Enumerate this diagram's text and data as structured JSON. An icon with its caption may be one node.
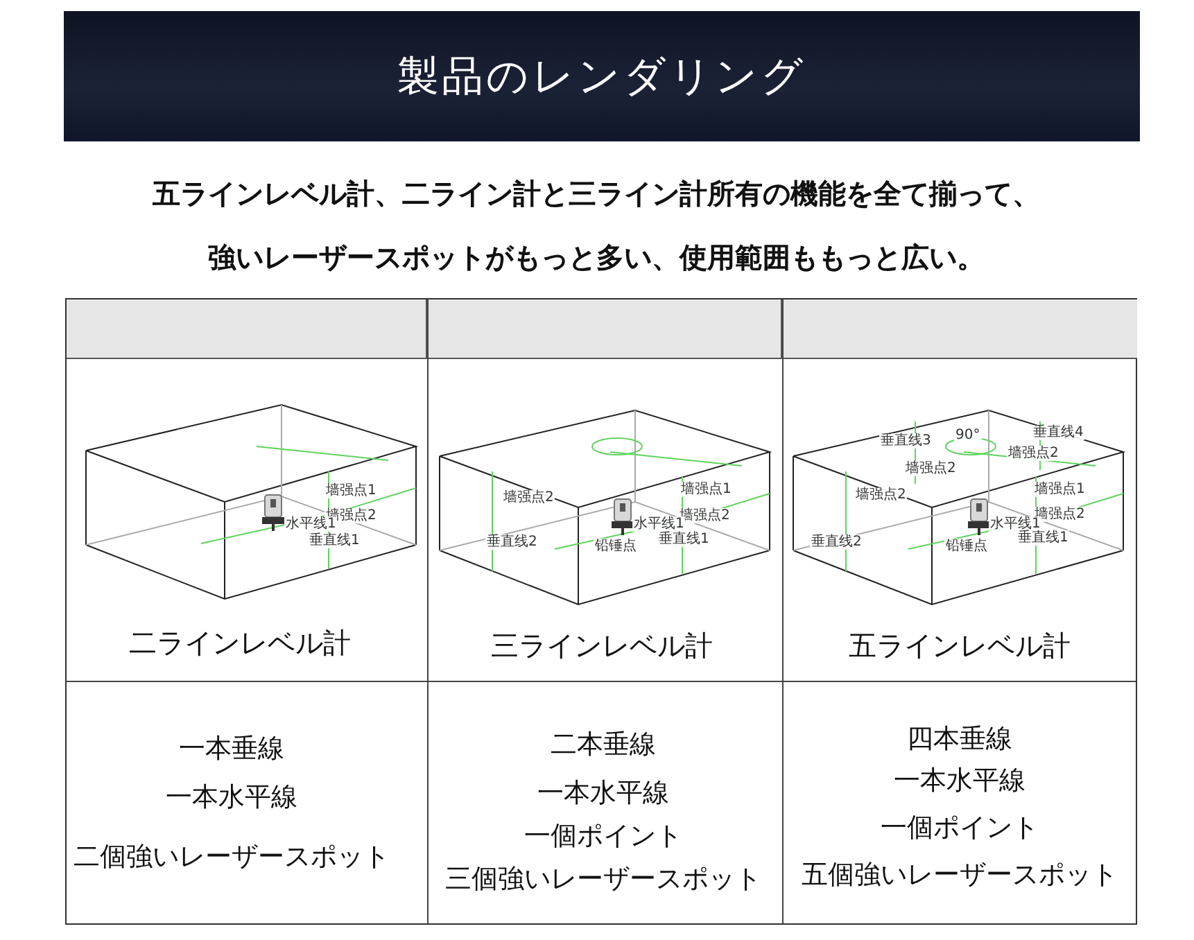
{
  "diagram": {
    "title": "製品のレンダリング",
    "labels": [
      "五ラインレベル計、二ライン計と三ライン計所有の機能を全て揃って、",
      "強いレーザースポットがもっと多い、使用範囲ももっと広い。",
      "墙强点1",
      "墙强点2",
      "水平线1",
      "垂直线1",
      "墙强点2",
      "墙强点1",
      "墙强点2",
      "水平线1",
      "垂直线2",
      "铅锤点",
      "垂直线1",
      "垂直线3",
      "90°",
      "垂直线4",
      "墙强点2",
      "墙强点2",
      "墙强点2",
      "墙强点1",
      "墙强点2",
      "水平线1",
      "垂直线2",
      "铅锤点",
      "垂直线1",
      "二ラインレベル計",
      "三ラインレベル計",
      "五ラインレベル計",
      "一本垂線",
      "一本水平線",
      "二個強いレーザースポット",
      "二本垂線",
      "一本水平線",
      "一個ポイント",
      "三個強いレーザースポット",
      "四本垂線",
      "一本水平線",
      "一個ポイント",
      "五個強いレーザースポット"
    ]
  }
}
